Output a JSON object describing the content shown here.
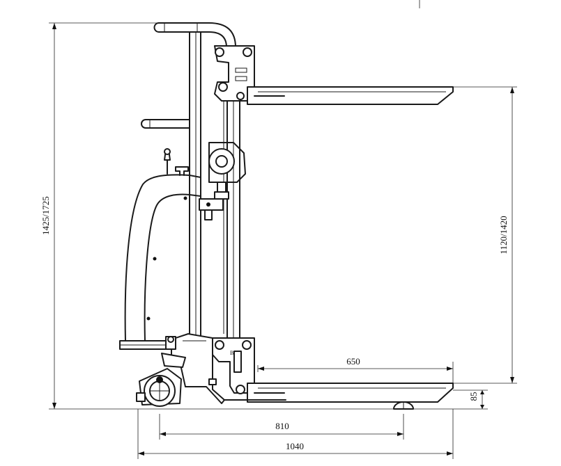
{
  "dimensions": {
    "overall_height": "1425/1725",
    "lift_height": "1120/1420",
    "fork_height": "85",
    "fork_length": "650",
    "wheelbase": "810",
    "overall_length": "1040"
  },
  "markers": {
    "mast_mark_left": "B",
    "mast_mark_right": "B"
  }
}
